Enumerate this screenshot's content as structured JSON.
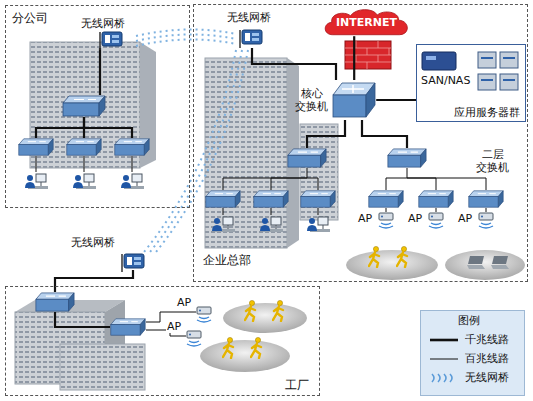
{
  "diagram": {
    "nodes": [
      {
        "text": [
          "分公司"
        ]
      },
      {
        "text": [
          "企业总部"
        ]
      },
      {
        "text": [
          "INTERNET"
        ],
        "in": 1
      },
      {
        "text": [
          "核心 交换机"
        ],
        "in": 1
      },
      {
        "text": [
          "SAN/NAS",
          "应用服务器群"
        ],
        "in": 1
      },
      {
        "text": [
          "工厂"
        ]
      }
    ],
    "edges": [
      {
        "from": 3,
        "to": 2,
        "arrow": "none"
      },
      {
        "from": 3,
        "to": 4,
        "arrow": "none"
      }
    ],
    "labels": [
      "无线网桥",
      "无线网桥",
      "二层 交换机",
      "AP",
      "AP",
      "AP",
      "无线网桥",
      "AP",
      "AP",
      "图例"
    ],
    "legend": [
      {
        "text": "千兆线路"
      },
      {
        "text": "百兆线路"
      },
      {
        "text": "无线网桥"
      }
    ]
  }
}
